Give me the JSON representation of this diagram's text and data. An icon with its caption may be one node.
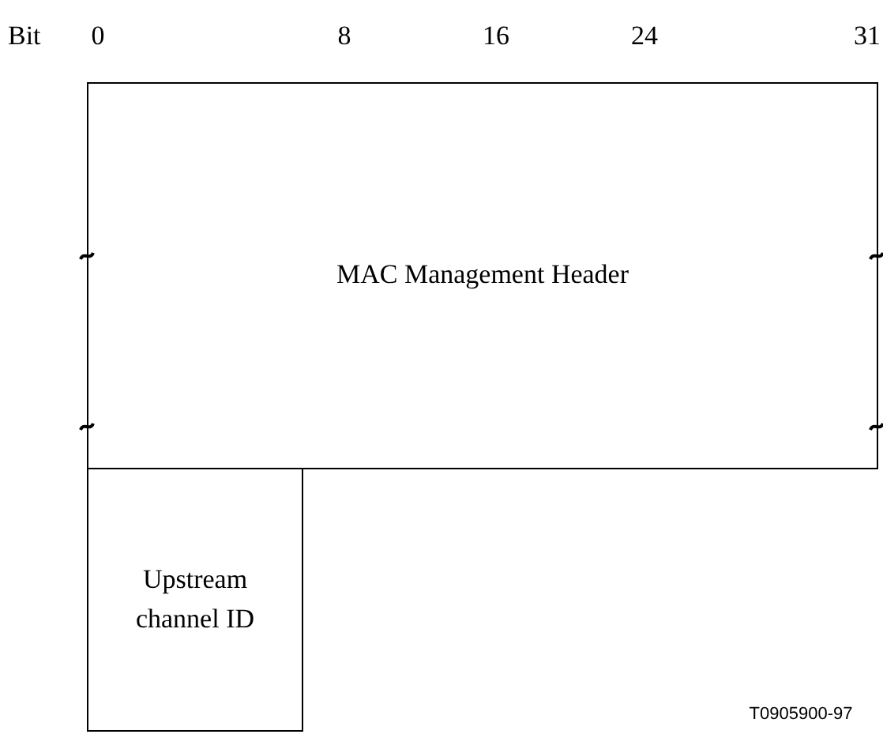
{
  "diagram": {
    "nodes": [
      {
        "text": [
          "MAC Management Header"
        ]
      },
      {
        "text": [
          "Upstream channel ID"
        ]
      }
    ],
    "labels": [
      "Bit",
      "0",
      "8",
      "16",
      "24",
      "31",
      "T0905900-97"
    ]
  }
}
